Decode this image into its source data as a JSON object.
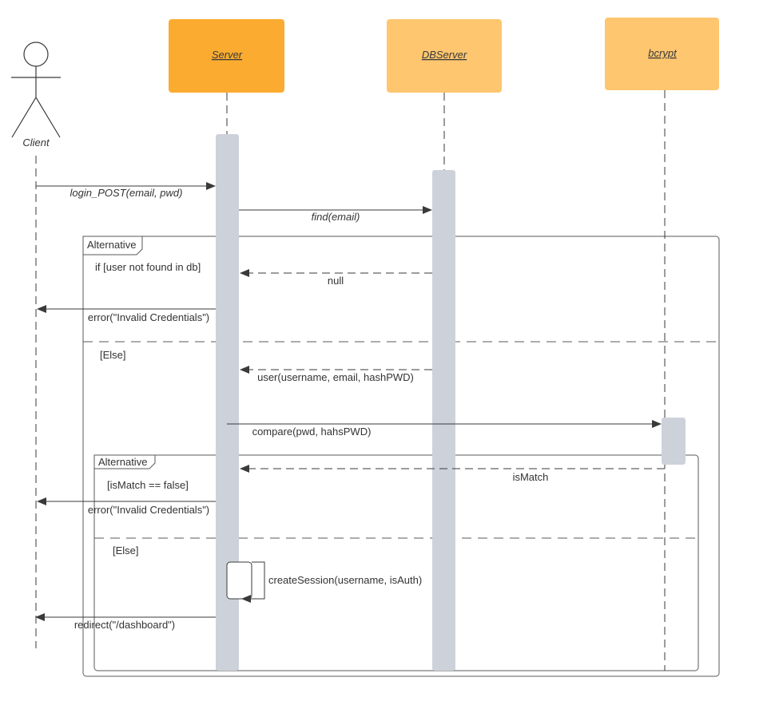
{
  "colors": {
    "server_head": "#fbac30",
    "other_head": "#fdc66f",
    "activation": "#cdd2da",
    "line": "#3a3a3a",
    "frame": "#5a5a5a"
  },
  "actor": {
    "name": "Client"
  },
  "participants": [
    {
      "id": "server",
      "label": "Server"
    },
    {
      "id": "dbserver",
      "label": "DBServer"
    },
    {
      "id": "bcrypt",
      "label": "bcrypt"
    }
  ],
  "messages": {
    "login": "login_POST(email, pwd)",
    "find": "find(email)",
    "null_return": "null",
    "error1": "error(\"Invalid Credentials\")",
    "user_return": "user(username, email, hashPWD)",
    "compare": "compare(pwd, hahsPWD)",
    "ismatch": "isMatch",
    "error2": "error(\"Invalid Credentials\")",
    "create_session": "createSession(username, isAuth)",
    "redirect": "redirect(\"/dashboard\")"
  },
  "fragments": {
    "outer": {
      "tag": "Alternative",
      "guard_if": "if [user not found in db]",
      "guard_else": "[Else]"
    },
    "inner": {
      "tag": "Alternative",
      "guard_if": "[isMatch == false]",
      "guard_else": "[Else]"
    }
  }
}
